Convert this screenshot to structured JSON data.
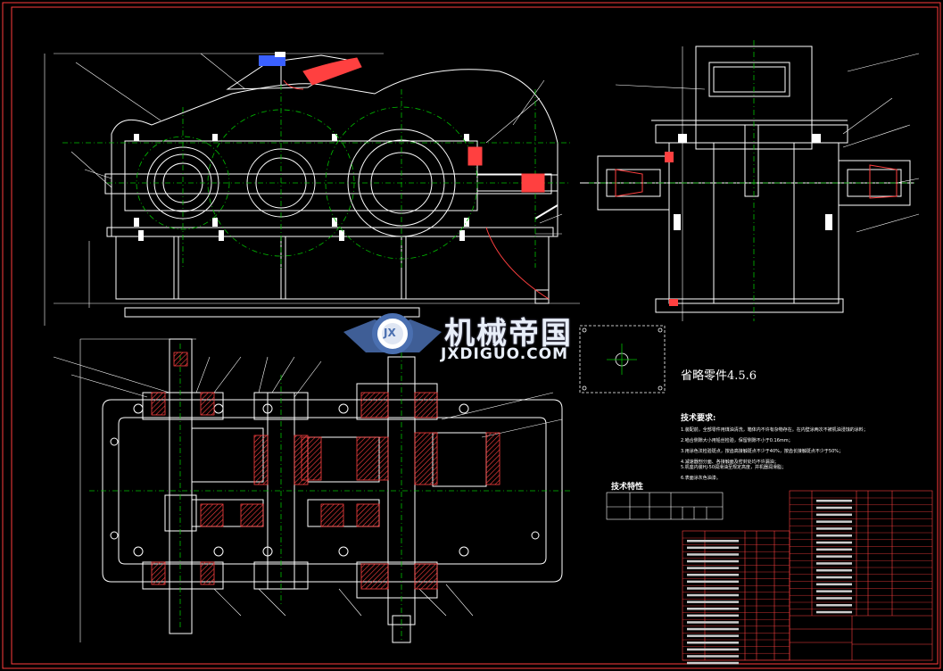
{
  "watermark": {
    "title": "机械帝国",
    "subtitle": "JXDIGUO.COM",
    "logo_letters": "JX"
  },
  "notes": {
    "omitted_parts": "省略零件4.5.6",
    "tech_requirements_title": "技术要求:",
    "tech_requirements": [
      "1.装配前，全部零件用煤油清洗，箱体内不许有杂物存在。在内壁涂两次不被机油浸蚀的涂料；",
      "2.啮合侧隙大小用铅丝检验，保留侧隙不小于0.16mm；",
      "3.用涂色法检验斑点，按齿高接触斑点不少于40%，按齿长接触斑点不少于50%；",
      "4.减速器剖分面、各接触面及密封处均不许漏油；",
      "5.机座内装HJ-50润滑油至规定高度，并机器润滑脂；",
      "6.表面涂灰色油漆。"
    ],
    "spec_title": "技术特性"
  },
  "colors": {
    "background": "#000000",
    "frame": "#ff3b3b",
    "outline": "#ffffff",
    "centerline": "#00c000",
    "section_hatch": "#ff4040",
    "watermark_blue": "#4a6fb0"
  }
}
